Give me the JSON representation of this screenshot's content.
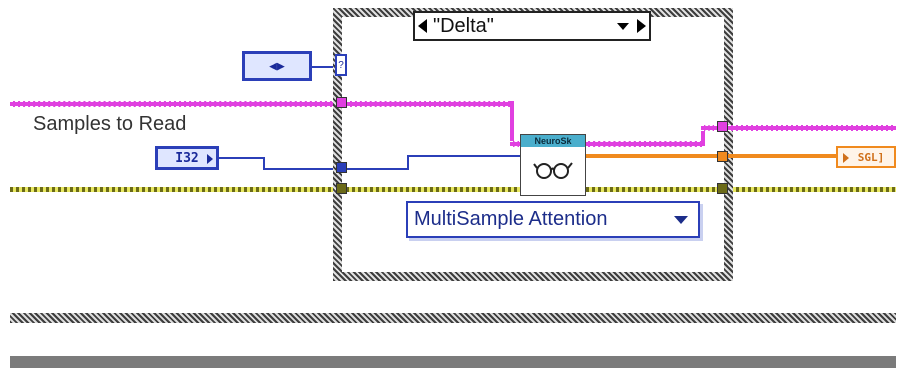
{
  "case_structure": {
    "selector_value": "\"Delta\""
  },
  "labels": {
    "samples_to_read": "Samples to Read"
  },
  "constants": {
    "enum_control_text": "◀▶",
    "question_tunnel": "?",
    "i32_control_text": "I32",
    "sgl_indicator_text": "SGL]"
  },
  "subvi": {
    "header": "NeuroSk",
    "icon": "glasses-icon"
  },
  "ring": {
    "value": "MultiSample Attention"
  },
  "colors": {
    "pink_wire": "#e040e0",
    "blue_wire": "#2b3fb8",
    "orange_wire": "#f08a1e",
    "error_wire": "#e8e860"
  }
}
